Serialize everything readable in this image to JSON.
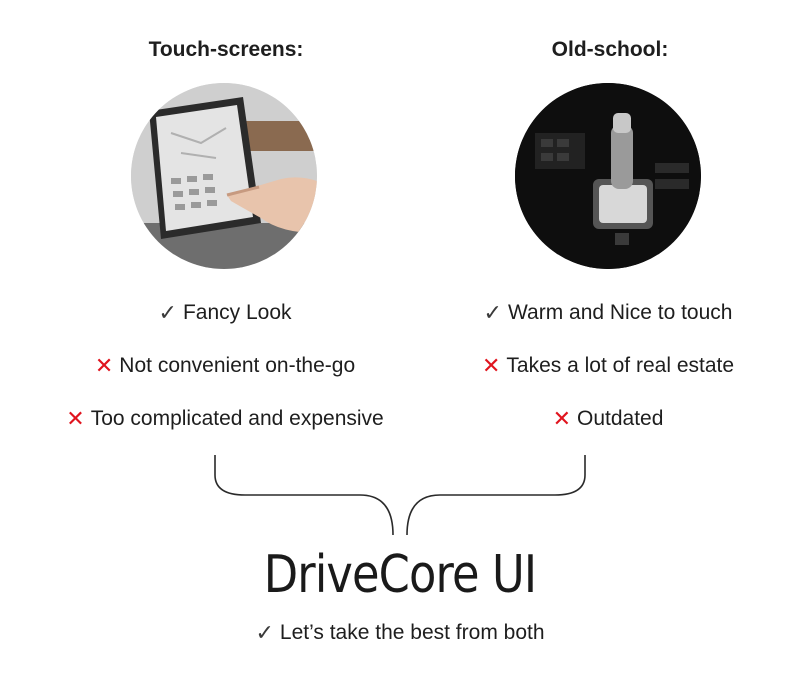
{
  "columns": {
    "left": {
      "title": "Touch-screens:",
      "photo_icon": "car-touchscreen-photo",
      "features": [
        {
          "mark": "check",
          "glyph": "✓",
          "text": "Fancy Look"
        },
        {
          "mark": "cross",
          "glyph": "✕",
          "text": "Not convenient on-the-go"
        },
        {
          "mark": "cross",
          "glyph": "✕",
          "text": "Too complicated and expensive"
        }
      ]
    },
    "right": {
      "title": "Old-school:",
      "photo_icon": "car-gear-shifter-photo",
      "features": [
        {
          "mark": "check",
          "glyph": "✓",
          "text": "Warm and Nice to touch"
        },
        {
          "mark": "cross",
          "glyph": "✕",
          "text": "Takes a lot of real estate"
        },
        {
          "mark": "cross",
          "glyph": "✕",
          "text": "Outdated"
        }
      ]
    }
  },
  "brand": {
    "name": "DriveCore UI",
    "tagline_glyph": "✓",
    "tagline": "Let’s take the best from both"
  },
  "colors": {
    "cross": "#e0141e",
    "check": "#3a3a3a",
    "text": "#1e1e1e"
  }
}
